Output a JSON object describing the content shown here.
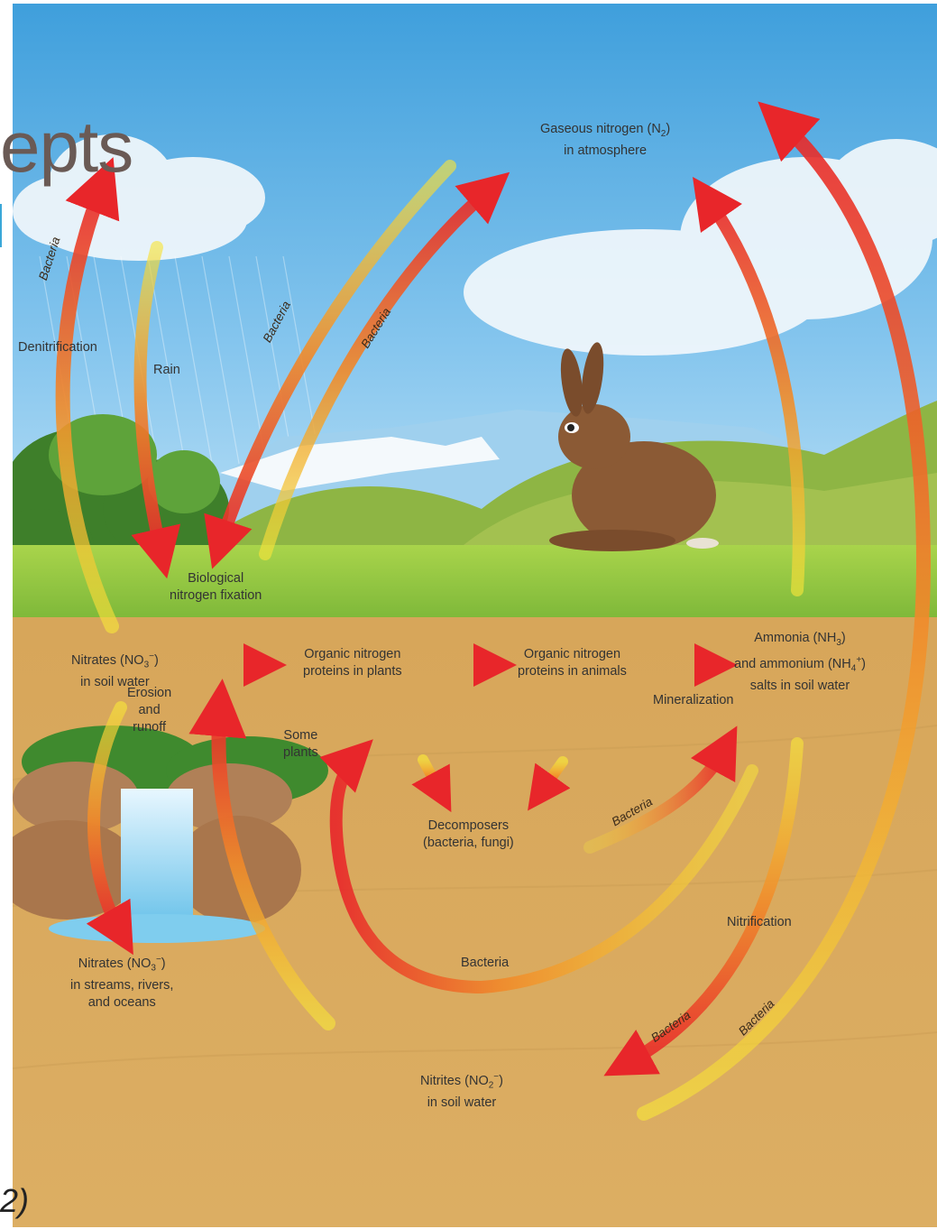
{
  "slide": {
    "title_fragment": "epts",
    "footer_fragment": "2)"
  },
  "labels": {
    "gaseous_nitrogen": "Gaseous nitrogen (N2) in atmosphere",
    "denitrification": "Denitrification",
    "rain": "Rain",
    "biological_fixation": "Biological nitrogen fixation",
    "nitrates_soil": "Nitrates (NO3−) in soil water",
    "organic_plants": "Organic nitrogen proteins in plants",
    "organic_animals": "Organic nitrogen proteins in animals",
    "ammonia": "Ammonia (NH3) and ammonium (NH4+) salts in soil water",
    "erosion": "Erosion and runoff",
    "some_plants": "Some plants",
    "mineralization": "Mineralization",
    "decomposers": "Decomposers (bacteria, fungi)",
    "nitrification": "Nitrification",
    "bacteria_loop": "Bacteria",
    "nitrates_streams": "Nitrates (NO3−) in streams, rivers, and oceans",
    "nitrites_soil": "Nitrites (NO2−) in soil water"
  },
  "bacteria_tags": [
    "Bacteria",
    "Bacteria",
    "Bacteria",
    "Bacteria",
    "Bacteria",
    "Bacteria"
  ],
  "colors": {
    "sky": "#4aa7e0",
    "grass": "#8dc63f",
    "soil": "#d9a95a",
    "arrow_red": "#e8262a",
    "arrow_yellow": "#f7e43a",
    "slide_title": "#6a5a55",
    "slide_accent": "#3aa7d8"
  }
}
